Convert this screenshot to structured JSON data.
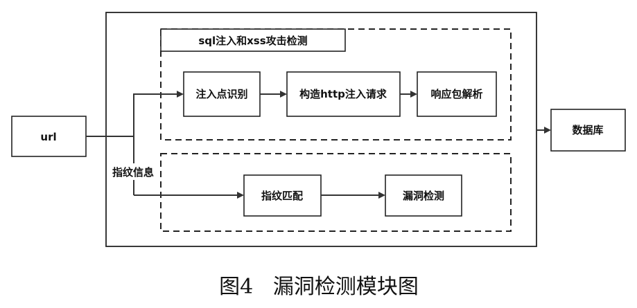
{
  "diagram": {
    "input_node": "url",
    "output_node": "数据库",
    "sql_xss_group": {
      "title": "sql注入和xss攻击检测",
      "steps": [
        "注入点识别",
        "构造http注入请求",
        "响应包解析"
      ]
    },
    "fingerprint_group": {
      "edge_label": "指纹信息",
      "steps": [
        "指纹匹配",
        "漏洞检测"
      ]
    }
  },
  "caption": "图4   漏洞检测模块图",
  "colors": {
    "stroke": "#222222",
    "background": "#ffffff"
  }
}
